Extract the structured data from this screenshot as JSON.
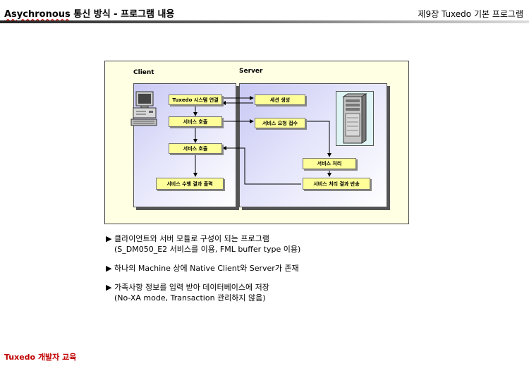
{
  "header": {
    "title_latin": "Asychronous",
    "title_rest": " 통신 방식 - 프로그램 내용",
    "chapter": "제9장 Tuxedo 기본 프로그램"
  },
  "diagram": {
    "client_label": "Client",
    "server_label": "Server",
    "client_boxes": [
      "Tuxedo 시스템 연결",
      "서비스 호출",
      "서비스 호출",
      "서비스 수행 결과 출력"
    ],
    "server_boxes": [
      "세션 생성",
      "서비스 요청 접수",
      "서비스 처리",
      "서비스 처리 결과 반송"
    ]
  },
  "bullets": [
    {
      "marker": "▶",
      "text": "클라이언트와 서버 모듈로 구성이 되는 프로그램",
      "sub": "(S_DM050_E2 서비스를 이용, FML buffer type 이용)"
    },
    {
      "marker": "▶",
      "text": "하나의 Machine 상에 Native Client와 Server가 존재",
      "sub": ""
    },
    {
      "marker": "▶",
      "text": "가족사항 정보를 입력 받아 데이터베이스에 저장",
      "sub": "(No-XA mode, Transaction 관리하지 않음)"
    }
  ],
  "footer": "Tuxedo 개발자 교육"
}
